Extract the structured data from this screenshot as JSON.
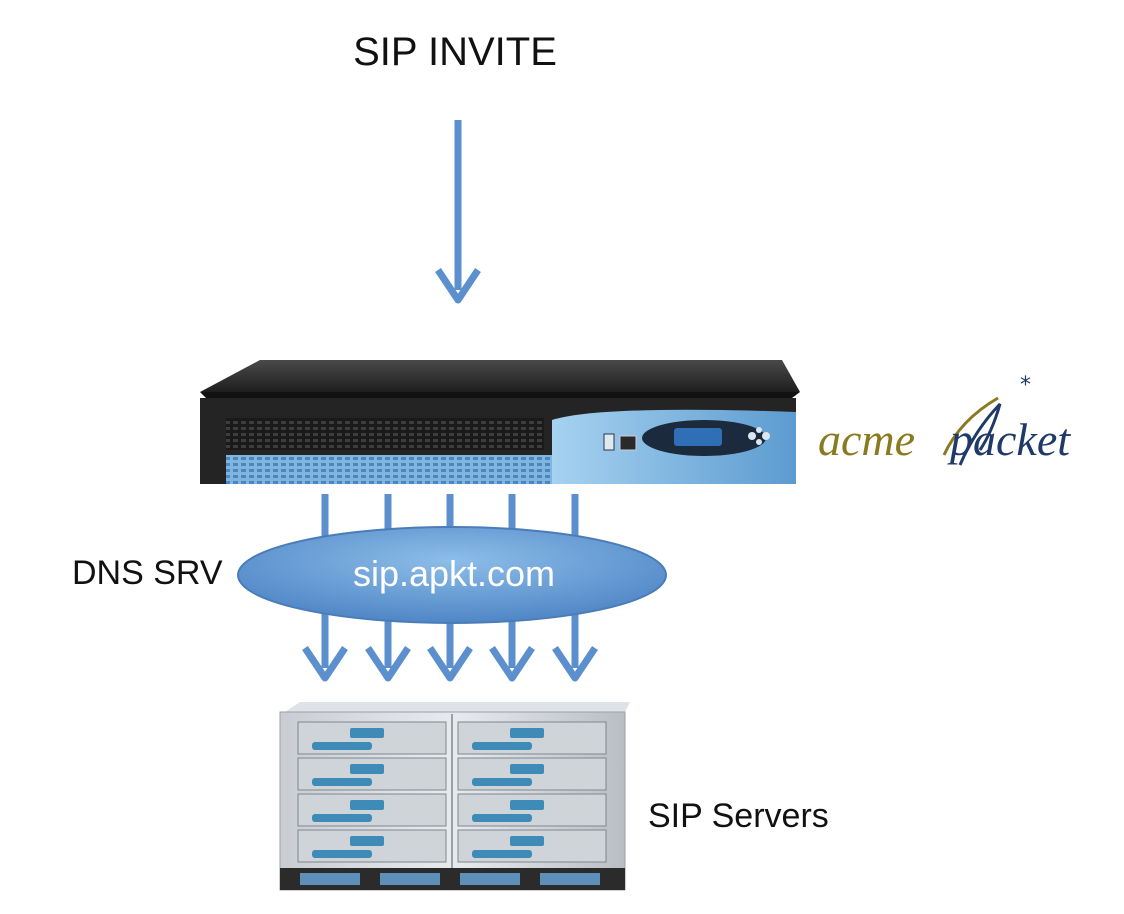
{
  "diagram": {
    "invite_label": "SIP INVITE",
    "dns_label": "DNS SRV",
    "domain_label": "sip.apkt.com",
    "servers_label": "SIP Servers",
    "logo": {
      "left": "acme",
      "right": "packet"
    }
  },
  "colors": {
    "arrow": "#5b8fce",
    "ellipse": "#6a9fd8",
    "device": "#2b2b2b",
    "bezel": "#8fc6ea"
  }
}
